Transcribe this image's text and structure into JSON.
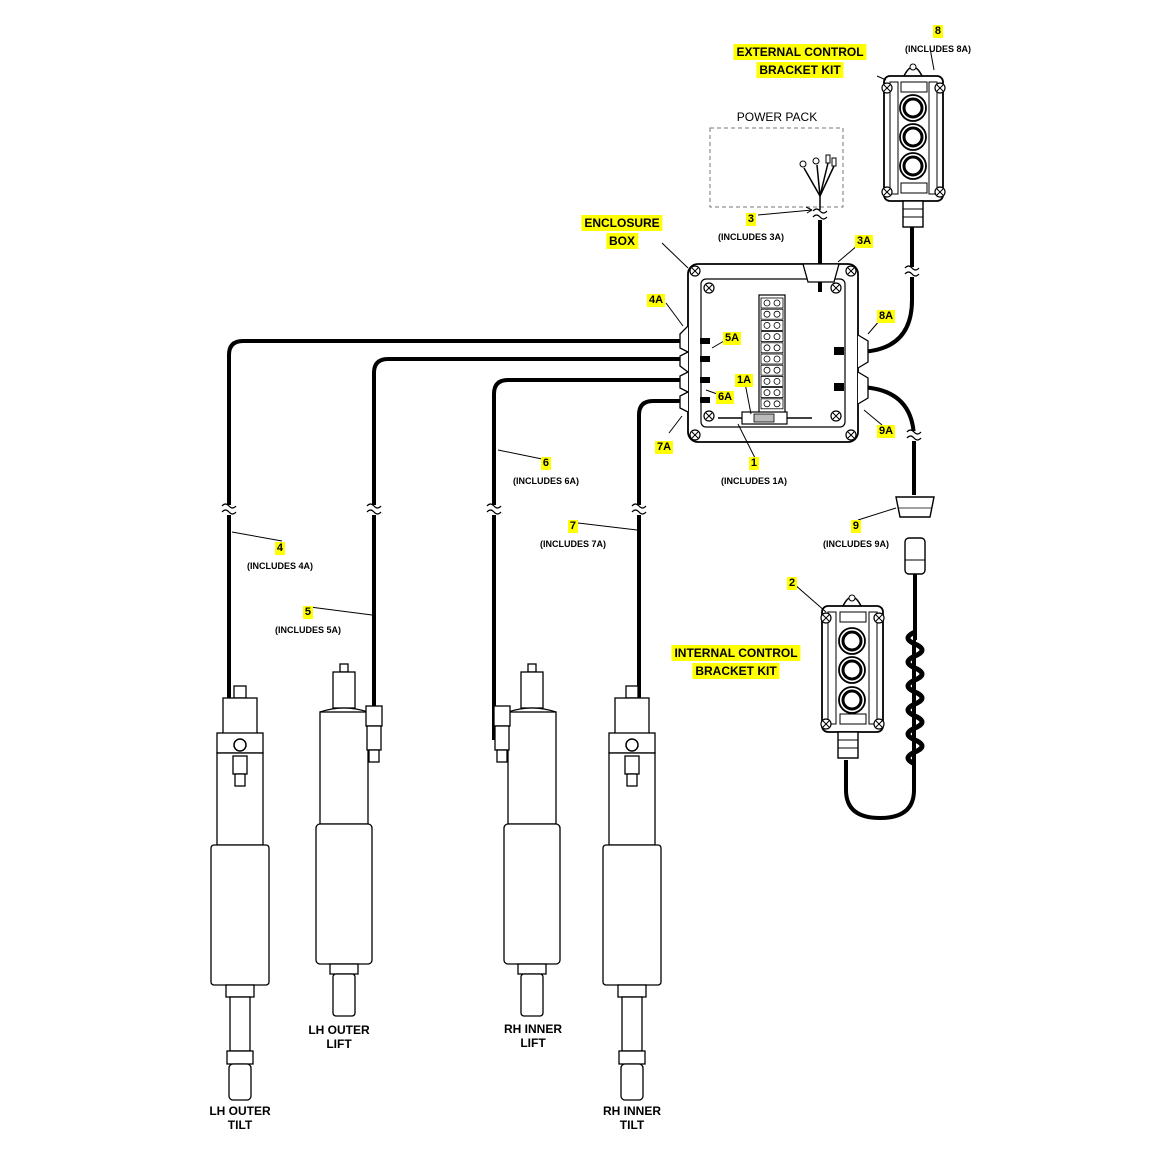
{
  "diagram": {
    "power_pack": "POWER PACK",
    "enclosure_box": [
      "ENCLOSURE",
      "BOX"
    ],
    "external_bracket": [
      "EXTERNAL CONTROL",
      "BRACKET KIT"
    ],
    "internal_bracket": [
      "INTERNAL CONTROL",
      "BRACKET KIT"
    ],
    "parts": {
      "p1": {
        "num": "1",
        "inc": "(INCLUDES 1A)"
      },
      "p2": {
        "num": "2"
      },
      "p3": {
        "num": "3",
        "inc": "(INCLUDES 3A)"
      },
      "p4": {
        "num": "4",
        "inc": "(INCLUDES 4A)"
      },
      "p5": {
        "num": "5",
        "inc": "(INCLUDES 5A)"
      },
      "p6": {
        "num": "6",
        "inc": "(INCLUDES 6A)"
      },
      "p7": {
        "num": "7",
        "inc": "(INCLUDES 7A)"
      },
      "p8": {
        "num": "8",
        "inc": "(INCLUDES 8A)"
      },
      "p9": {
        "num": "9",
        "inc": "(INCLUDES 9A)"
      }
    },
    "subparts": {
      "a1": "1A",
      "a3": "3A",
      "a4": "4A",
      "a5": "5A",
      "a6": "6A",
      "a7": "7A",
      "a8": "8A",
      "a9": "9A"
    },
    "actuators": {
      "lh_outer_tilt": [
        "LH OUTER",
        "TILT"
      ],
      "lh_outer_lift": [
        "LH OUTER",
        "LIFT"
      ],
      "rh_inner_lift": [
        "RH INNER",
        "LIFT"
      ],
      "rh_inner_tilt": [
        "RH INNER",
        "TILT"
      ]
    }
  }
}
